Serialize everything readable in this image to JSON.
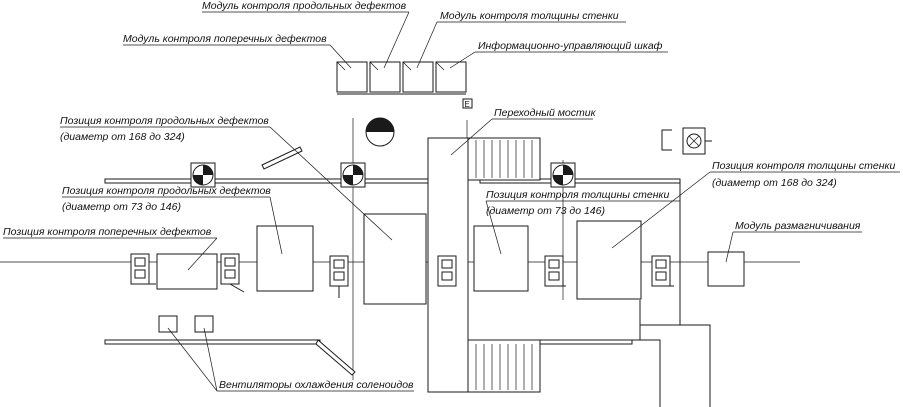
{
  "labels": {
    "longitudinal_module": "Модуль контроля продольных дефектов",
    "wall_thickness_module": "Модуль контроля толщины стенки",
    "transverse_module": "Модуль контроля поперечных дефектов",
    "control_cabinet": "Информационно-управляющий шкаф",
    "bridge": "Переходный мостик",
    "long_pos_large_l1": "Позиция контроля продольных дефектов",
    "long_pos_large_l2": "(диаметр от 168 до 324)",
    "long_pos_small_l1": "Позиция контроля продольных дефектов",
    "long_pos_small_l2": "(диаметр от 73 до 146)",
    "transverse_pos": "Позиция контроля поперечных дефектов",
    "wall_pos_large_l1": "Позиция контроля толщины стенки",
    "wall_pos_large_l2": "(диаметр от 168 до 324)",
    "wall_pos_small_l1": "Позиция контроля толщины стенки",
    "wall_pos_small_l2": "(диаметр от 73 до 146)",
    "demag_module": "Модуль размагничивания",
    "fans": "Вентиляторы охлаждения соленоидов",
    "grid_marker": "E"
  }
}
